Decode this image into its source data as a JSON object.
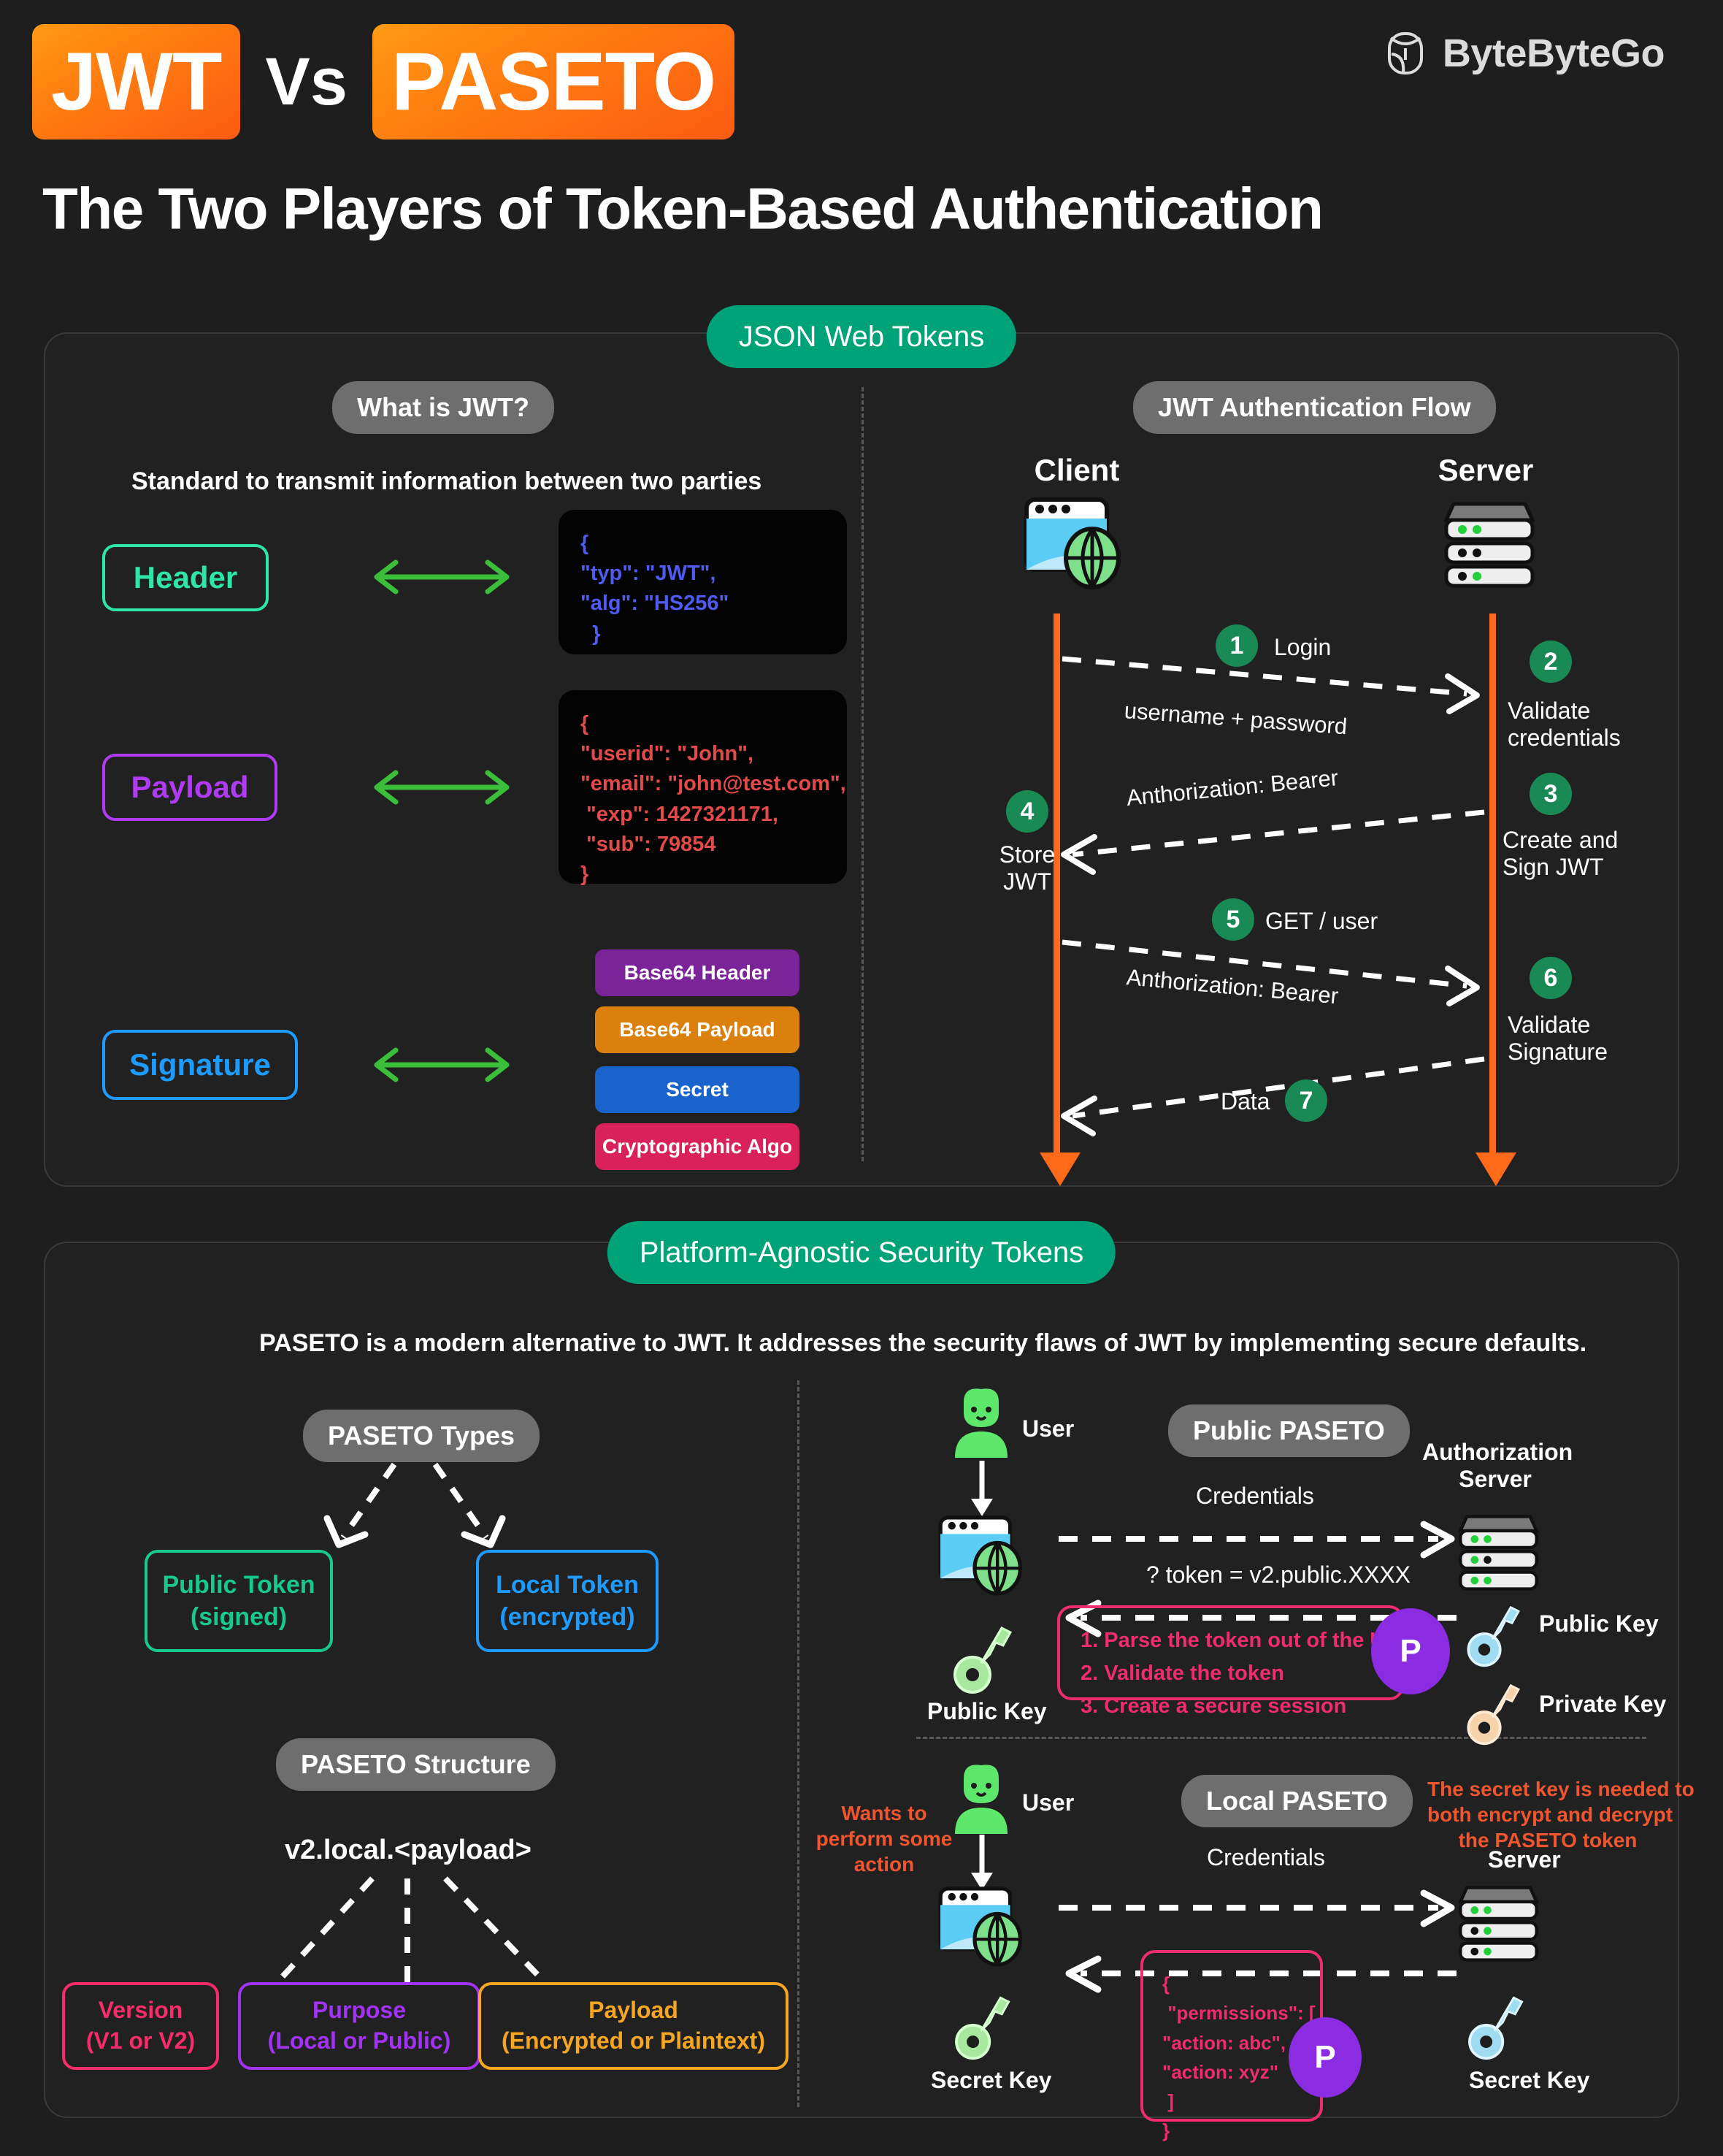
{
  "header": {
    "chip1": "JWT",
    "vs": "Vs",
    "chip2": "PASETO",
    "subtitle": "The Two Players of Token-Based Authentication",
    "brand": "ByteByteGo"
  },
  "jwt_panel": {
    "pill": "JSON Web Tokens",
    "left": {
      "heading": "What is JWT?",
      "lead": "Standard to transmit information between two parties",
      "parts": [
        {
          "label": "Header",
          "color": "#2EE6A8"
        },
        {
          "label": "Payload",
          "color": "#B13BF5"
        },
        {
          "label": "Signature",
          "color": "#1E9BFF"
        }
      ],
      "header_code": "{\n\"typ\": \"JWT\",\n\"alg\": \"HS256\"\n  }",
      "payload_code": "{\n\"userid\": \"John\",\n\"email\": \"john@test.com\",\n \"exp\": 1427321171,\n \"sub\": 79854\n}",
      "signature_stack": [
        {
          "label": "Base64 Header",
          "color": "#7B2398"
        },
        {
          "label": "Base64 Payload",
          "color": "#DB800C"
        },
        {
          "label": "Secret",
          "color": "#1A63CC"
        },
        {
          "label": "Cryptographic Algo",
          "color": "#D9225C"
        }
      ]
    },
    "flow": {
      "heading": "JWT Authentication Flow",
      "client": "Client",
      "server": "Server",
      "steps": [
        {
          "n": "1",
          "label": "Login",
          "message": "username + password"
        },
        {
          "n": "2",
          "label": "Validate\ncredentials"
        },
        {
          "n": "3",
          "label": "Create and\nSign JWT",
          "message": "Anthorization: Bearer"
        },
        {
          "n": "4",
          "label": "Store\nJWT"
        },
        {
          "n": "5",
          "label": "GET / user",
          "message": "Anthorization: Bearer"
        },
        {
          "n": "6",
          "label": "Validate\nSignature"
        },
        {
          "n": "7",
          "label": "Data"
        }
      ]
    }
  },
  "paseto_panel": {
    "pill": "Platform-Agnostic Security Tokens",
    "lead": "PASETO is a modern alternative to JWT. It addresses the security flaws of JWT by implementing secure defaults.",
    "types": {
      "heading": "PASETO Types",
      "options": [
        {
          "title": "Public Token",
          "sub": "(signed)",
          "color": "#18C98E"
        },
        {
          "title": "Local Token",
          "sub": "(encrypted)",
          "color": "#1E9BFF"
        }
      ]
    },
    "structure": {
      "heading": "PASETO Structure",
      "token": "v2.local.<payload>",
      "parts": [
        {
          "title": "Version",
          "sub": "(V1 or V2)",
          "color": "#F72C6A"
        },
        {
          "title": "Purpose",
          "sub": "(Local or Public)",
          "color": "#A233F5"
        },
        {
          "title": "Payload",
          "sub": "(Encrypted or Plaintext)",
          "color": "#F5A623"
        }
      ]
    },
    "public_flow": {
      "heading": "Public PASETO",
      "user": "User",
      "server": "Authorization\nServer",
      "req": "Credentials",
      "res": "? token = v2.public.XXXX",
      "steps": "1. Parse the token out of the URL\n2. Validate the token\n3. Create a secure session",
      "badge": "P",
      "client_key": "Public Key",
      "server_keys": [
        "Public Key",
        "Private Key"
      ]
    },
    "local_flow": {
      "heading": "Local PASETO",
      "user": "User",
      "server": "Server",
      "note_left": "Wants to\nperform some\naction",
      "note_right": "The secret key is needed to\nboth encrypt and decrypt\nthe PASETO token",
      "req": "Credentials",
      "json": "{\n \"permissions\": [\n\"action: abc\",\n\"action: xyz\"\n ]\n}",
      "badge": "P",
      "client_key": "Secret Key",
      "server_key": "Secret Key"
    }
  },
  "colors": {
    "background": "#1e1e1e",
    "panel": "#212121",
    "accent_green": "#00a277",
    "accent_orange": "#FF6A1A",
    "step_green": "#1a8a55",
    "pink": "#EF2D6E",
    "purple": "#8B2BE2"
  }
}
